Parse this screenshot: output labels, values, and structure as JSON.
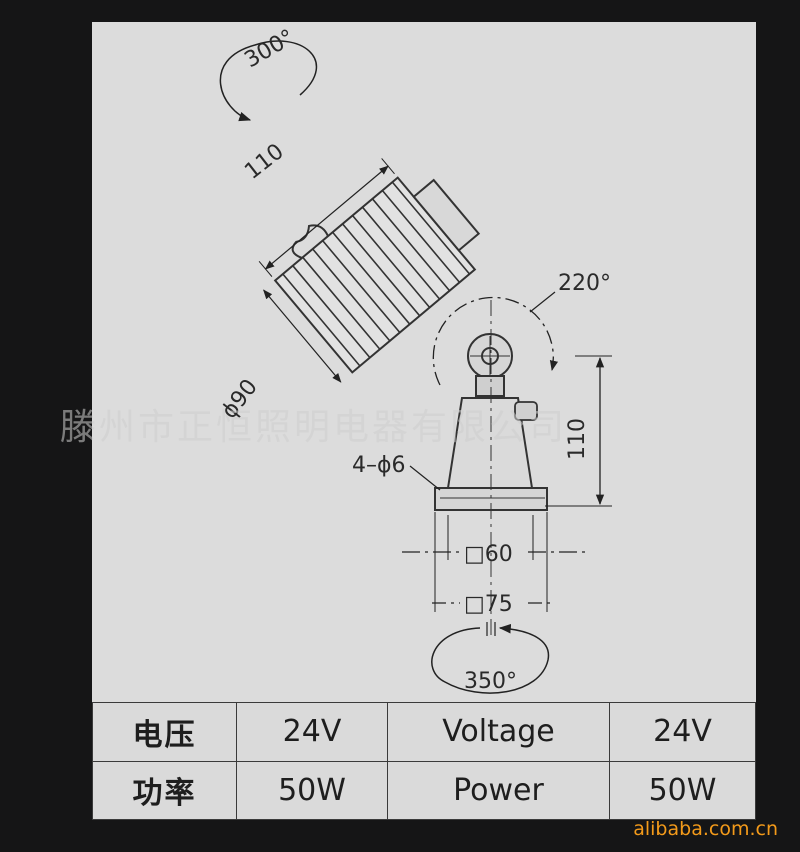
{
  "diagram": {
    "dimensions": {
      "rotation_top": "300°",
      "head_length": "110",
      "tilt_angle": "220°",
      "head_diameter": "ϕ90",
      "height": "110",
      "holes": "4–ϕ6",
      "inner_square": "□60",
      "outer_square": "□75",
      "base_rotation": "350°"
    }
  },
  "watermark": "滕州市正恒照明电器有限公司",
  "specs": {
    "rows": [
      {
        "label_zh": "电压",
        "value_zh": "24V",
        "label_en": "Voltage",
        "value_en": "24V"
      },
      {
        "label_zh": "功率",
        "value_zh": "50W",
        "label_en": "Power",
        "value_en": "50W"
      }
    ]
  },
  "brand": "alibaba.com.cn"
}
